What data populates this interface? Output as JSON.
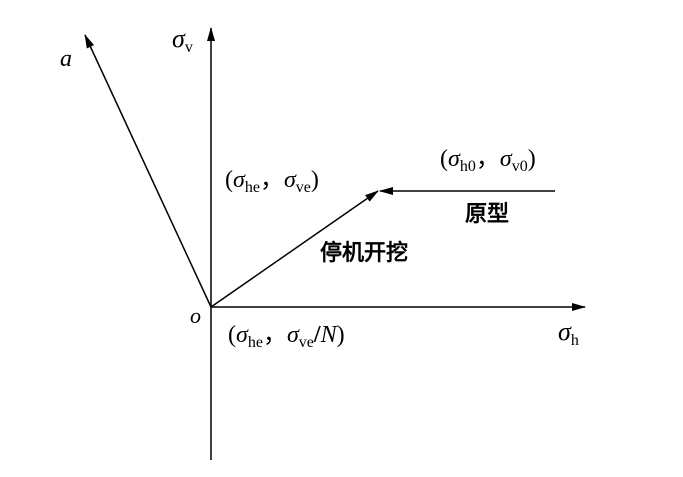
{
  "axes": {
    "vertical_symbol": "σ",
    "vertical_sub": "v",
    "horizontal_symbol": "σ",
    "horizontal_sub": "h",
    "oblique_label": "a",
    "origin_label": "o"
  },
  "points": {
    "prototype": {
      "open": "(",
      "s1": "σ",
      "sub1": "h0",
      "sep": "，",
      "s2": "σ",
      "sub2": "v0",
      "close": ")"
    },
    "excavation": {
      "open": "(",
      "s1": "σ",
      "sub1": "he",
      "sep": "，",
      "s2": "σ",
      "sub2": "ve",
      "close": ")"
    },
    "origin_point": {
      "open": "(",
      "s1": "σ",
      "sub1": "he",
      "sep": "，",
      "s2": "σ",
      "sub2": "ve",
      "slash": "/",
      "n": "N",
      "close": ")"
    }
  },
  "labels": {
    "prototype": "原型",
    "stop_excavation": "停机开挖"
  }
}
